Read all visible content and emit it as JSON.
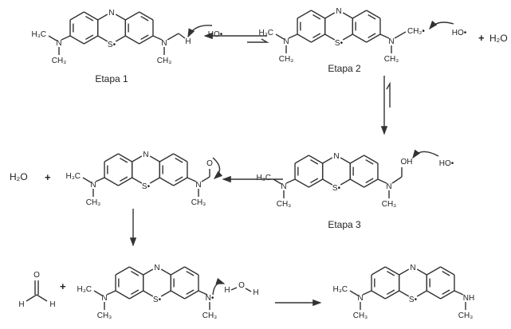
{
  "labels": {
    "etapa1": "Etapa 1",
    "etapa2": "Etapa 2",
    "etapa3": "Etapa 3"
  },
  "atoms": {
    "N": "N",
    "S": "S",
    "S_radical": "S•",
    "H3C": "H₃C",
    "CH3": "CH₃",
    "H": "H",
    "HO_radical": "HO•",
    "CH2_radical": "CH₂•",
    "OH": "OH",
    "O": "O",
    "N_radical": "N•",
    "NH": "NH",
    "H2O": "H₂O",
    "plus": "+"
  },
  "colors": {
    "ink": "#222222"
  }
}
